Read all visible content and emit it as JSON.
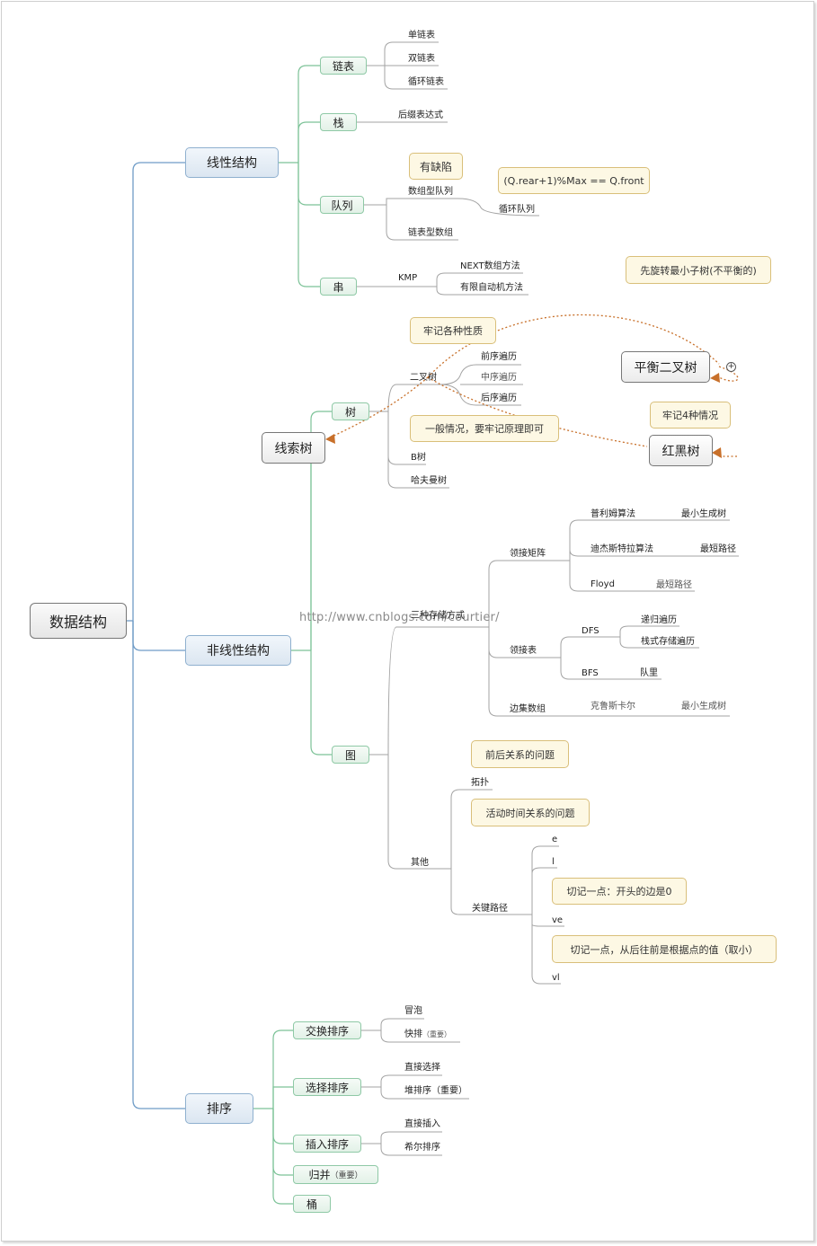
{
  "root": {
    "label": "数据结构"
  },
  "linear": {
    "label": "线性结构",
    "linked_list": {
      "label": "链表",
      "items": [
        "单链表",
        "双链表",
        "循环链表"
      ]
    },
    "stack": {
      "label": "栈",
      "items": [
        "后缀表达式"
      ]
    },
    "queue": {
      "label": "队列",
      "array_queue": "数组型队列",
      "array_queue_note": "有缺陷",
      "circular_queue": "循环队列",
      "circular_queue_note": "(Q.rear+1)%Max == Q.front",
      "linked_array": "链表型数组"
    },
    "string": {
      "label": "串",
      "kmp": "KMP",
      "items": [
        "NEXT数组方法",
        "有限自动机方法"
      ]
    }
  },
  "nonlinear": {
    "label": "非线性结构",
    "threaded_tree": "线索树",
    "tree": {
      "label": "树",
      "binary_tree": "二叉树",
      "binary_tree_note": "牢记各种性质",
      "traversals": [
        "前序遍历",
        "中序遍历",
        "后序遍历"
      ],
      "general_note": "一般情况，要牢记原理即可",
      "b_tree": "B树",
      "huffman": "哈夫曼树",
      "balanced_tree": "平衡二叉树",
      "balanced_note": "先旋转最小子树(不平衡的)",
      "rb_tree": "红黑树",
      "rb_note": "牢记4种情况",
      "plus": "+"
    },
    "graph": {
      "label": "图",
      "storage": "三种存储方式",
      "adj_matrix": {
        "label": "领接矩阵",
        "rows": [
          [
            "普利姆算法",
            "最小生成树"
          ],
          [
            "迪杰斯特拉算法",
            "最短路径"
          ],
          [
            "Floyd",
            "最短路径"
          ]
        ]
      },
      "adj_list": {
        "label": "领接表",
        "dfs": "DFS",
        "dfs_items": [
          "递归遍历",
          "栈式存储遍历"
        ],
        "bfs": "BFS",
        "bfs_item": "队里"
      },
      "edge_array": {
        "label": "边集数组",
        "row": [
          "克鲁斯卡尔",
          "最小生成树"
        ]
      },
      "other": {
        "label": "其他",
        "topo": "拓扑",
        "topo_note": "前后关系的问题",
        "critical_path": "关键路径",
        "critical_note": "活动时间关系的问题",
        "params": [
          "e",
          "l",
          "ve",
          "vl"
        ],
        "ve_note": "切记一点：开头的边是0",
        "vl_note": "切记一点，从后往前是根据点的值（取小）"
      }
    }
  },
  "sorting": {
    "label": "排序",
    "exchange": {
      "label": "交换排序",
      "items": [
        "冒泡",
        "快排"
      ],
      "quick_tag": "（重要）"
    },
    "selection": {
      "label": "选择排序",
      "items": [
        "直接选择",
        "堆排序（重要）"
      ]
    },
    "insertion": {
      "label": "插入排序",
      "items": [
        "直接插入",
        "希尔排序"
      ]
    },
    "merge": {
      "label": "归并",
      "tag": "（重要）"
    },
    "bucket": {
      "label": "桶"
    }
  },
  "watermark": "http://www.cnblogs.com/courtier/",
  "colors": {
    "trunk": "#6f9cc7",
    "branch": "#7cc297",
    "leaf_line": "#999999",
    "relation": "#c8702a",
    "callout_border": "#d9bf7a"
  }
}
